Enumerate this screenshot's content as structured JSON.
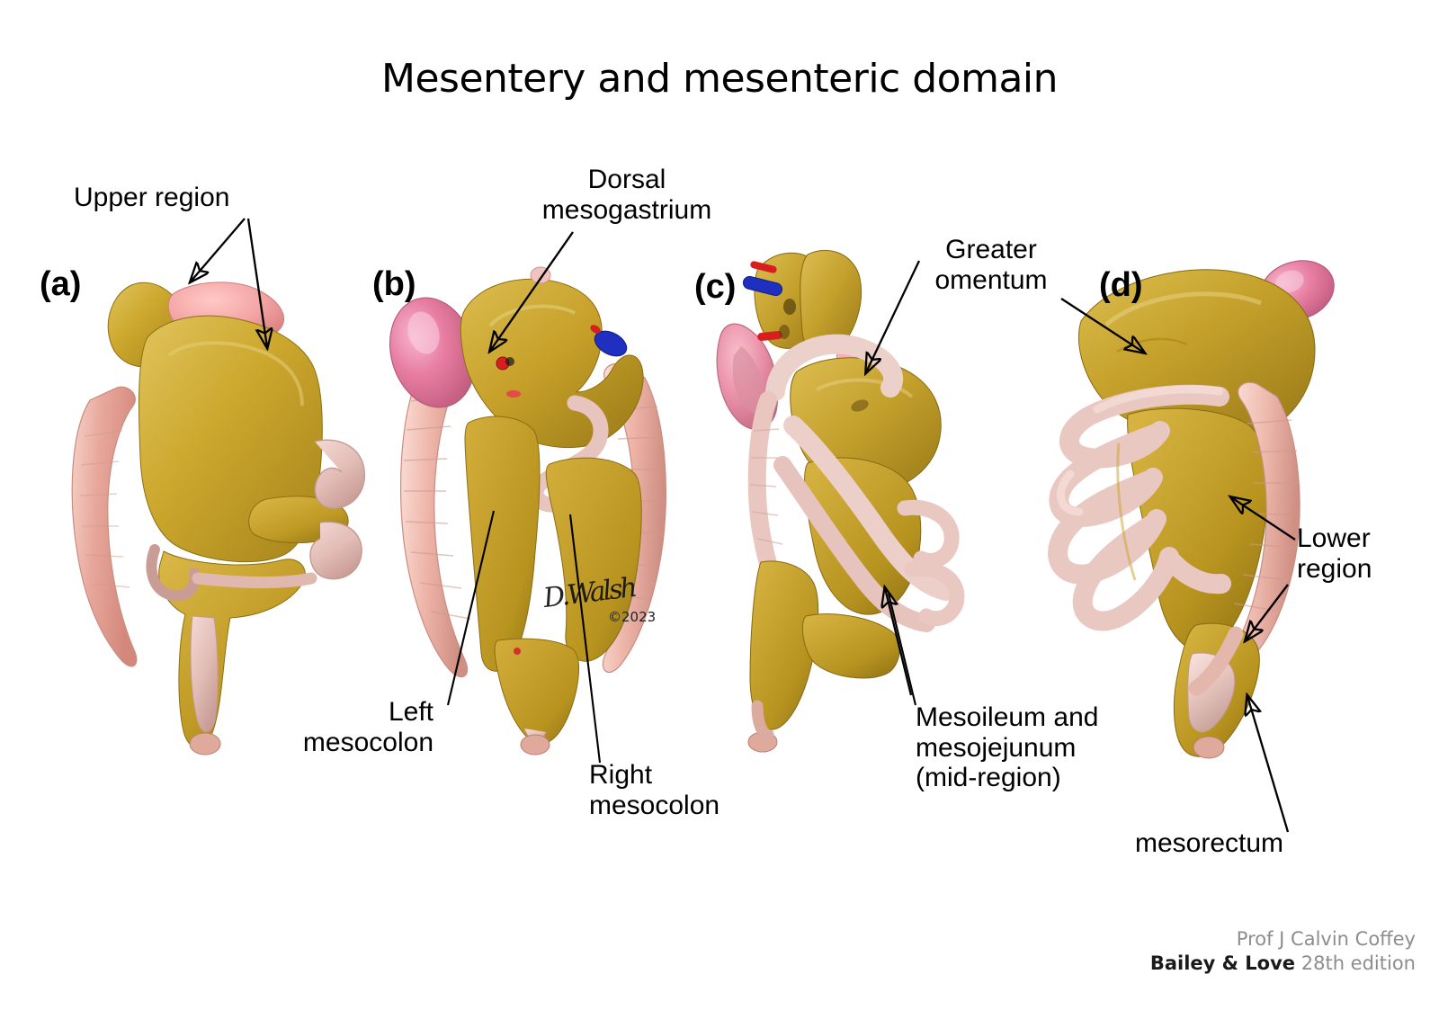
{
  "figure": {
    "title": "Mesentery and mesenteric domain",
    "background_color": "#ffffff",
    "text_color": "#000000"
  },
  "palette": {
    "mesentery_gold": "#c9a52a",
    "mesentery_gold_light": "#ddbb4e",
    "mesentery_gold_dark": "#a8861c",
    "colon_pink": "#e8a79b",
    "colon_pink_light": "#f3ccc2",
    "small_bowel_pink": "#e3bdb7",
    "stomach_pink": "#f2a8aa",
    "spleen_pink": "#e87fa3",
    "vessel_blue": "#1f2fbf",
    "vessel_red": "#d81f1f",
    "label_gray": "#8d8d8d"
  },
  "panels": [
    {
      "id": "a",
      "tag": "(a)",
      "view": "anterior view of mesentery and mesenteric domain"
    },
    {
      "id": "b",
      "tag": "(b)",
      "view": "mesentery with bowel reflected showing left and right mesocolon"
    },
    {
      "id": "c",
      "tag": "(c)",
      "view": "lateral oblique view showing greater omentum and mid-region mesentery"
    },
    {
      "id": "d",
      "tag": "(d)",
      "view": "view showing greater omentum, small bowel loops, lower region and mesorectum"
    }
  ],
  "callouts": [
    {
      "id": "upper-region",
      "text": "Upper region",
      "panel": "a"
    },
    {
      "id": "dorsal-mesogastrium",
      "text": "Dorsal\nmesogastrium",
      "panel": "b"
    },
    {
      "id": "left-mesocolon",
      "text": "Left\nmesocolon",
      "panel": "b"
    },
    {
      "id": "right-mesocolon",
      "text": "Right\nmesocolon",
      "panel": "b"
    },
    {
      "id": "greater-omentum",
      "text": "Greater\nomentum",
      "panel": "c/d"
    },
    {
      "id": "mesoileum-mesojejunum",
      "text": "Mesoileum and\nmesojejunum\n(mid-region)",
      "panel": "c"
    },
    {
      "id": "lower-region",
      "text": "Lower\nregion",
      "panel": "d"
    },
    {
      "id": "mesorectum",
      "text": "mesorectum",
      "panel": "d"
    }
  ],
  "signature": {
    "mark": "D.Walsh",
    "copyright": "©2023"
  },
  "credit": {
    "author": "Prof J Calvin Coffey",
    "book": "Bailey & Love",
    "edition": "28th edition"
  }
}
